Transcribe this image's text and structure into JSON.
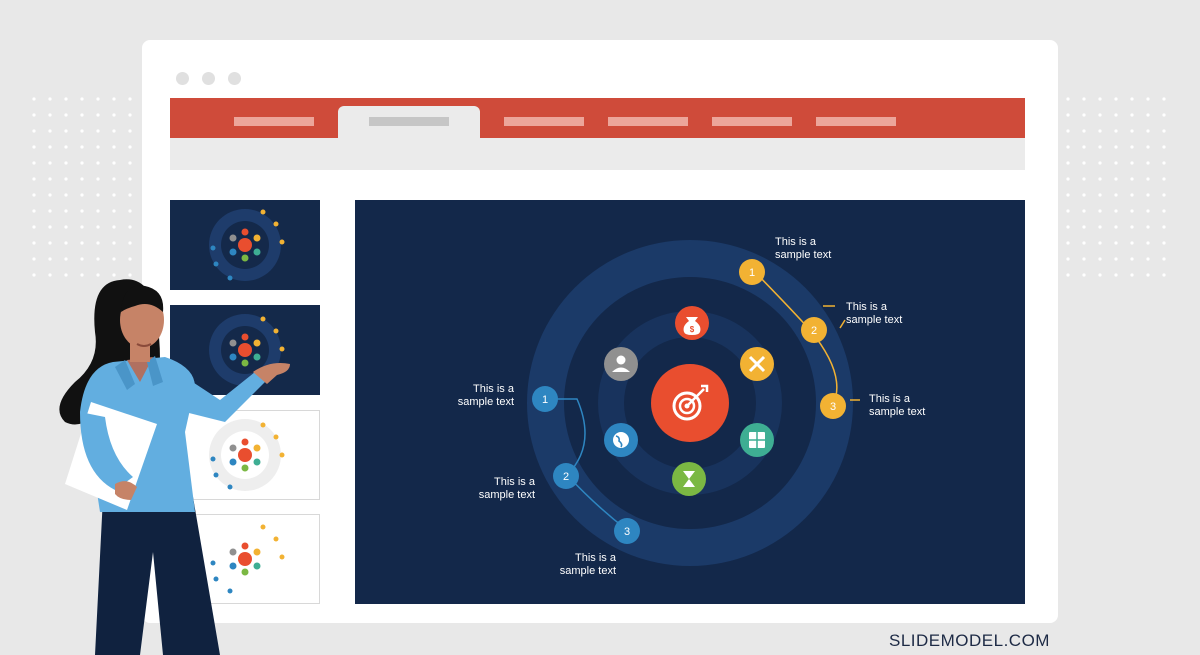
{
  "window": {
    "tabs": [
      "",
      "",
      "",
      "",
      "",
      ""
    ],
    "active_tab": 1
  },
  "thumbnails": [
    {
      "theme": "dark",
      "selected": false
    },
    {
      "theme": "dark",
      "selected": true
    },
    {
      "theme": "light",
      "selected": false
    },
    {
      "theme": "light",
      "selected": false
    }
  ],
  "slide": {
    "background": "#13284a",
    "center_icon": "target-icon",
    "inner_icons": [
      {
        "icon": "money-bag-icon",
        "color": "#e94e2f"
      },
      {
        "icon": "tools-icon",
        "color": "#f2b233"
      },
      {
        "icon": "calculator-icon",
        "color": "#3eae93"
      },
      {
        "icon": "hourglass-icon",
        "color": "#7bb843"
      },
      {
        "icon": "globe-icon",
        "color": "#2e86c1"
      },
      {
        "icon": "user-icon",
        "color": "#909090"
      }
    ],
    "right_markers": [
      "1",
      "2",
      "3"
    ],
    "left_markers": [
      "1",
      "2",
      "3"
    ],
    "labels": {
      "r1": [
        "This is a",
        "sample text"
      ],
      "r2": [
        "This is a",
        "sample text"
      ],
      "r3": [
        "This is a",
        "sample text"
      ],
      "l1": [
        "This is a",
        "sample text"
      ],
      "l2": [
        "This is a",
        "sample text"
      ],
      "l3": [
        "This is a",
        "sample text"
      ]
    },
    "colors": {
      "right": "#f2b233",
      "left": "#2e86c1",
      "center": "#e94e2f"
    }
  },
  "brand": "SLIDEMODEL.COM"
}
